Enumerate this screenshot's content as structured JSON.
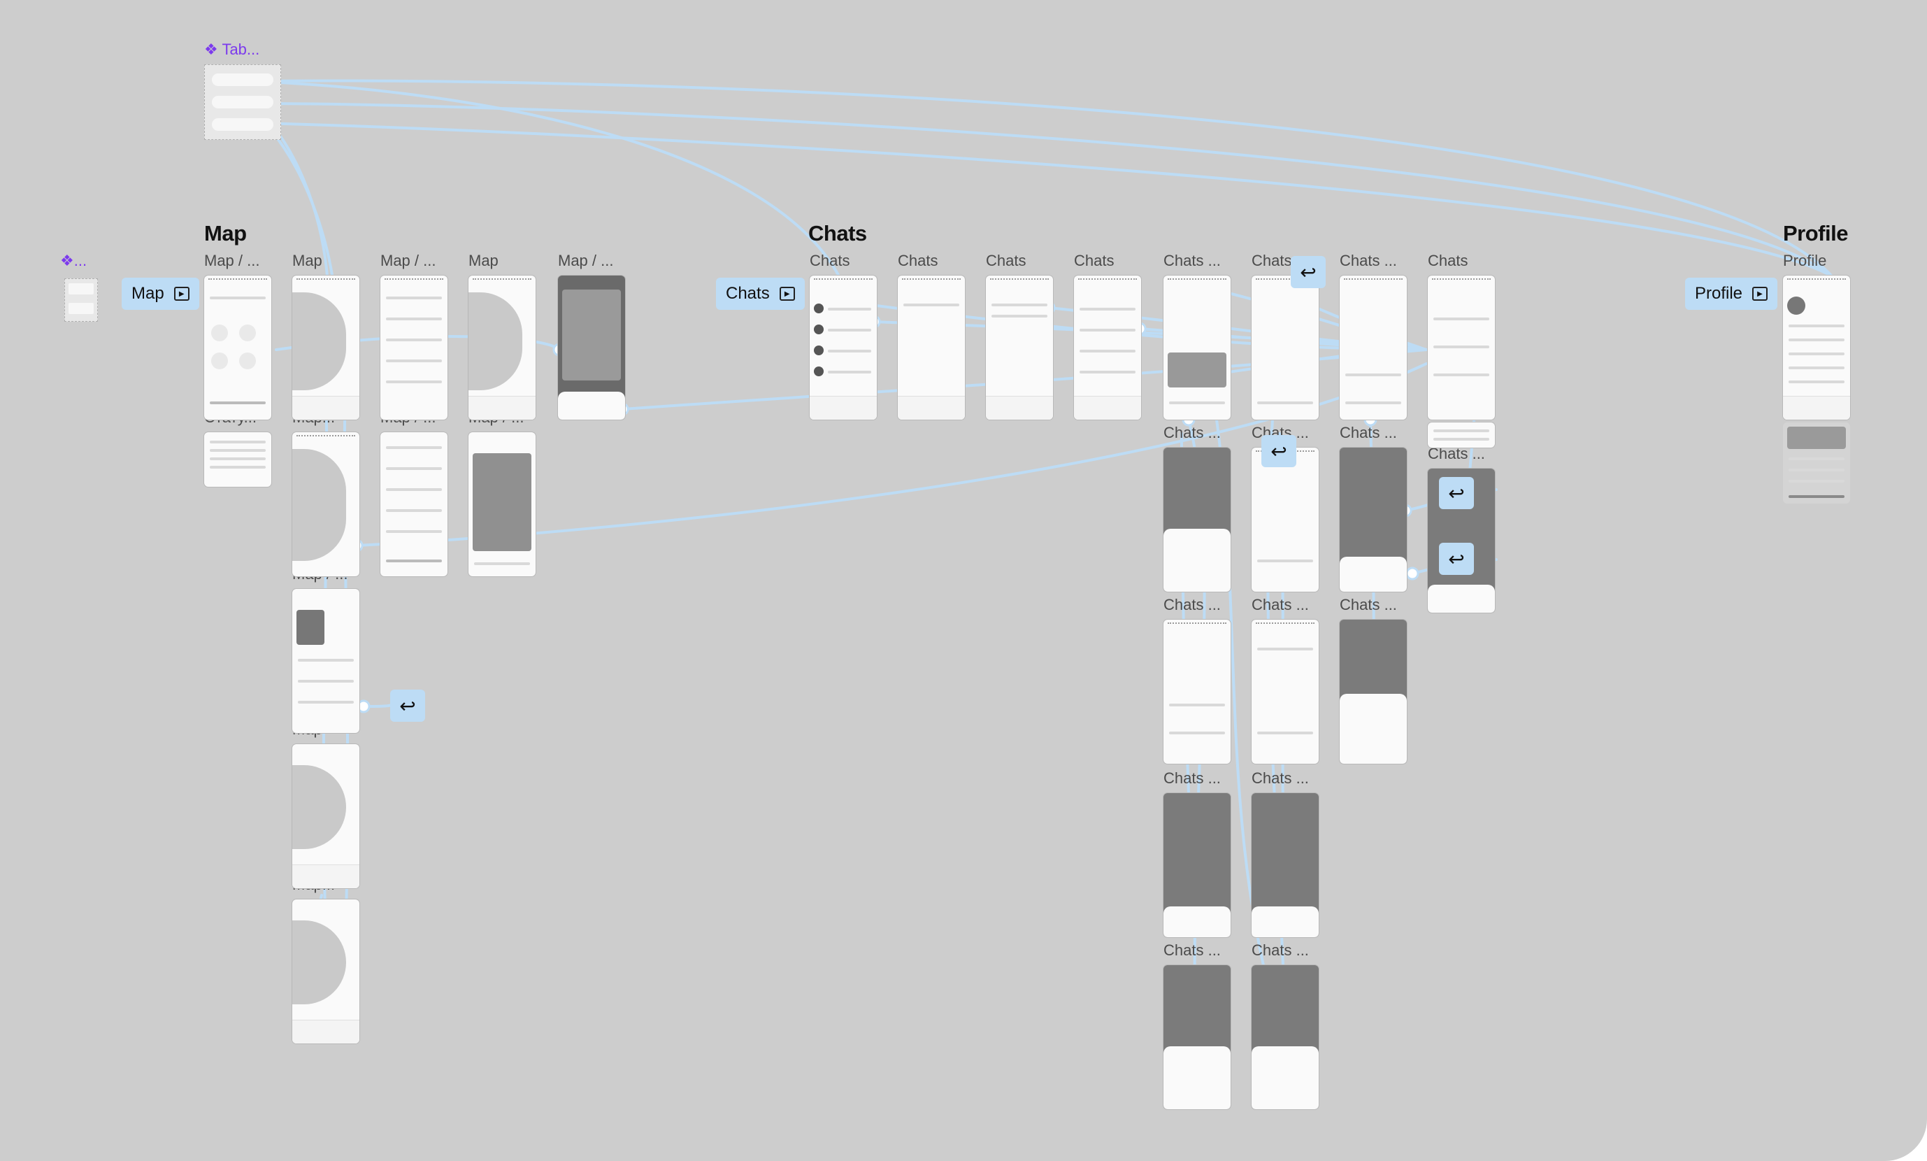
{
  "sections": {
    "map": "Map",
    "chats": "Chats",
    "profile": "Profile"
  },
  "components": {
    "tab": "❖ Tab...",
    "other": "❖..."
  },
  "flows": {
    "map": "Map",
    "chats": "Chats",
    "profile": "Profile"
  },
  "frame_labels": {
    "map_1": "Map / ...",
    "map_2": "Map",
    "map_3": "Map / ...",
    "map_4": "Map",
    "map_5": "Map / ...",
    "status": "Стату...",
    "map_r2_1": "Map...",
    "map_r2_2": "Map / ...",
    "map_r2_3": "Map / ...",
    "map_r3": "Map / ...",
    "map_r4": "Map",
    "map_r5": "Map...",
    "chats_1": "Chats",
    "chats_2": "Chats",
    "chats_3": "Chats",
    "chats_4": "Chats",
    "chats_5": "Chats ...",
    "chats_6": "Chats",
    "chats_7": "Chats ...",
    "chats_8": "Chats",
    "chats_r2_1": "Chats ...",
    "chats_r2_2": "Chats ...",
    "chats_r2_3": "Chats ...",
    "chats_r2_4": "Chats ...",
    "chats_r3_1": "Chats ...",
    "chats_r3_2": "Chats ...",
    "chats_r3_3": "Chats ...",
    "chats_r4_1": "Chats ...",
    "chats_r4_2": "Chats ...",
    "chats_r5_1": "Chats ...",
    "chats_r5_2": "Chats ...",
    "profile_1": "Profile"
  },
  "icons": {
    "flow": "prototype-flow-icon",
    "back": "↩"
  },
  "colors": {
    "canvas": "#cdcdcd",
    "wire": "#bddcf5",
    "component": "#7c3aed"
  }
}
